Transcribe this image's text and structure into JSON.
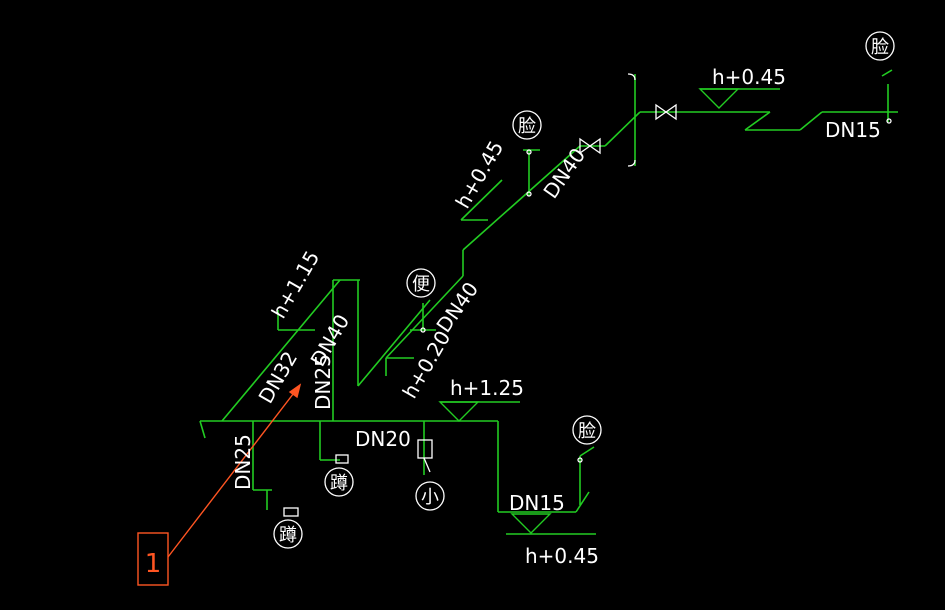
{
  "colors": {
    "background": "#000000",
    "pipe": "#22cc22",
    "text": "#ffffff",
    "annotation": "#ff5522"
  },
  "labels": {
    "dn15_top": "DN15",
    "dn40_upper": "DN40",
    "dn40_mid": "DN40",
    "dn40_left": "DN40",
    "dn32": "DN32",
    "dn25_vertical": "DN25",
    "dn25_branch": "DN25",
    "dn20": "DN20",
    "dn15_bottom": "DN15"
  },
  "elevations": {
    "h_top_right": "h+0.45",
    "h_mid": "h+0.45",
    "h_left": "h+1.15",
    "h_slope": "h+0.20",
    "h_main": "h+1.25",
    "h_bottom": "h+0.45"
  },
  "fixtures": {
    "washbasin_top": "脸",
    "washbasin_mid": "脸",
    "washbasin_bottom": "脸",
    "toilet": "便",
    "squat_1": "蹲",
    "squat_2": "蹲",
    "urinal": "小"
  },
  "annotation": {
    "callout": "1"
  }
}
